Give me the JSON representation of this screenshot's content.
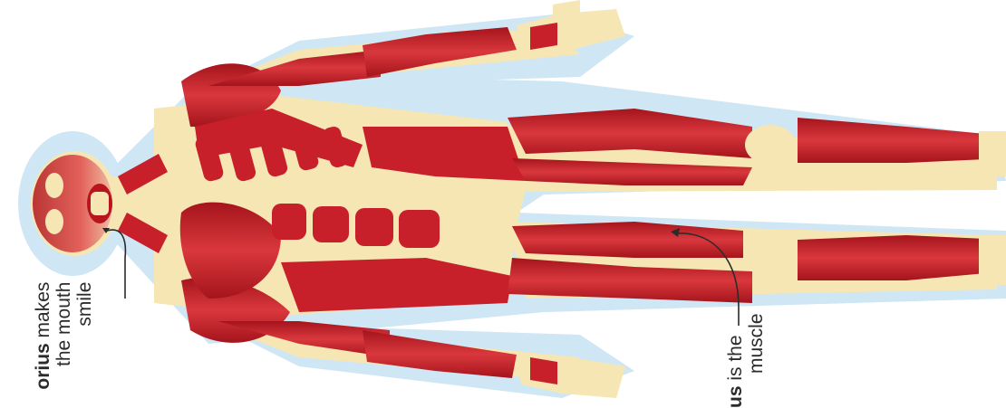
{
  "annotations": [
    {
      "id": "risorius",
      "lines": [
        {
          "bold": "orius",
          "text": " makes"
        },
        {
          "bold": "",
          "text": "the mouth"
        },
        {
          "bold": "",
          "text": "smile"
        }
      ]
    },
    {
      "id": "sartorius",
      "lines": [
        {
          "bold": "us",
          "text": " is the"
        },
        {
          "bold": "",
          "text": "muscle"
        }
      ]
    }
  ],
  "colors": {
    "muscle": "#c8202a",
    "muscle_dark": "#9e1219",
    "bone": "#f6e6b4",
    "halo": "#cfe6f4",
    "text": "#2b2b2b"
  }
}
